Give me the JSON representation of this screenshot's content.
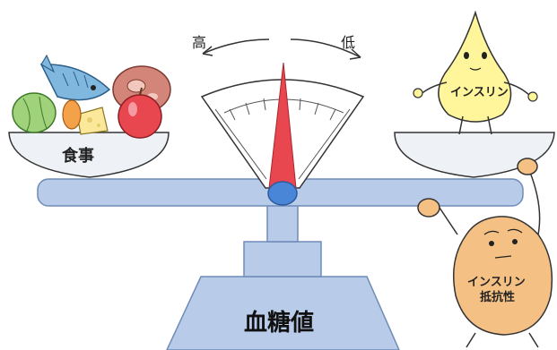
{
  "labels": {
    "high": "高",
    "low": "低",
    "meal": "食事",
    "insulin": "インスリン",
    "resistance_line1": "インスリン",
    "resistance_line2": "抵抗性",
    "blood_glucose": "血糖値"
  },
  "icons": [
    "fish-icon",
    "meat-icon",
    "apple-icon",
    "lettuce-icon",
    "cheese-icon",
    "insulin-drop-character-icon",
    "insulin-resistance-character-icon",
    "scale-icon",
    "gauge-needle-icon"
  ],
  "colors": {
    "scale_blue": "#b8cbe8",
    "scale_outline": "#6f8cb8",
    "needle_red": "#e8474f",
    "pivot_blue": "#4a86d8",
    "insulin_yellow": "#fff59a",
    "resistance_orange": "#f4c083"
  }
}
